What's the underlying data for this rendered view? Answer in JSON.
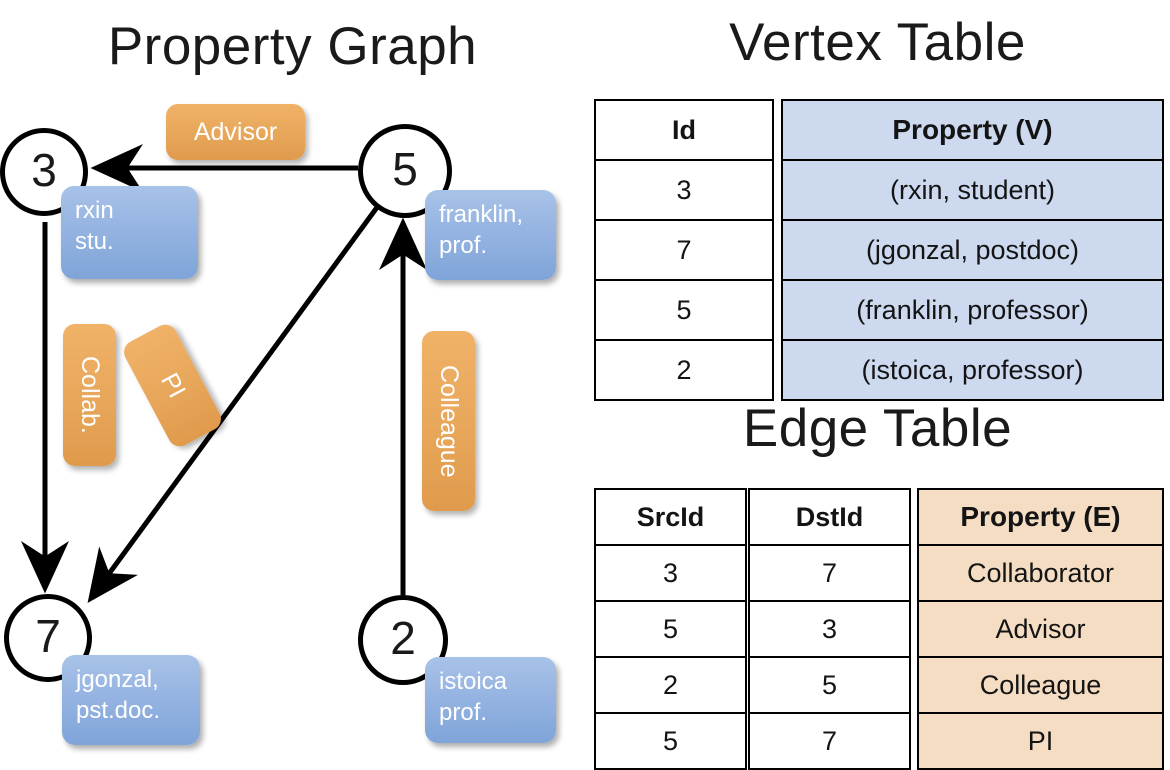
{
  "titles": {
    "property_graph": "Property Graph",
    "vertex_table": "Vertex Table",
    "edge_table": "Edge Table"
  },
  "graph": {
    "nodes": [
      {
        "id": "3",
        "property_lines": [
          "rxin",
          "stu."
        ]
      },
      {
        "id": "5",
        "property_lines": [
          "franklin,",
          "prof."
        ]
      },
      {
        "id": "7",
        "property_lines": [
          "jgonzal,",
          "pst.doc."
        ]
      },
      {
        "id": "2",
        "property_lines": [
          "istoica",
          "prof."
        ]
      }
    ],
    "edge_labels": [
      {
        "name": "advisor",
        "text": "Advisor",
        "orientation": "horizontal"
      },
      {
        "name": "collab",
        "text": "Collab.",
        "orientation": "vertical"
      },
      {
        "name": "pi",
        "text": "PI",
        "orientation": "vertical-rotated"
      },
      {
        "name": "colleague",
        "text": "Colleague",
        "orientation": "vertical"
      }
    ],
    "edges": [
      {
        "from": "5",
        "to": "3",
        "label": "Advisor"
      },
      {
        "from": "3",
        "to": "7",
        "label": "Collab."
      },
      {
        "from": "5",
        "to": "7",
        "label": "PI"
      },
      {
        "from": "2",
        "to": "5",
        "label": "Colleague"
      }
    ]
  },
  "vertex_table": {
    "headers": [
      "Id",
      "Property (V)"
    ],
    "rows": [
      {
        "id": "3",
        "property": "(rxin, student)"
      },
      {
        "id": "7",
        "property": "(jgonzal, postdoc)"
      },
      {
        "id": "5",
        "property": "(franklin, professor)"
      },
      {
        "id": "2",
        "property": "(istoica, professor)"
      }
    ]
  },
  "edge_table": {
    "headers": [
      "SrcId",
      "DstId",
      "Property (E)"
    ],
    "rows": [
      {
        "src": "3",
        "dst": "7",
        "property": "Collaborator"
      },
      {
        "src": "5",
        "dst": "3",
        "property": "Advisor"
      },
      {
        "src": "2",
        "dst": "5",
        "property": "Colleague"
      },
      {
        "src": "5",
        "dst": "7",
        "property": "PI"
      }
    ]
  },
  "colors": {
    "vertex_property_fill": "#ccd9ef",
    "edge_property_fill": "#f5ddc4",
    "node_box_blue": "#8fb0de",
    "label_box_orange": "#e8a85c",
    "stroke": "#000000",
    "background": "#ffffff"
  }
}
